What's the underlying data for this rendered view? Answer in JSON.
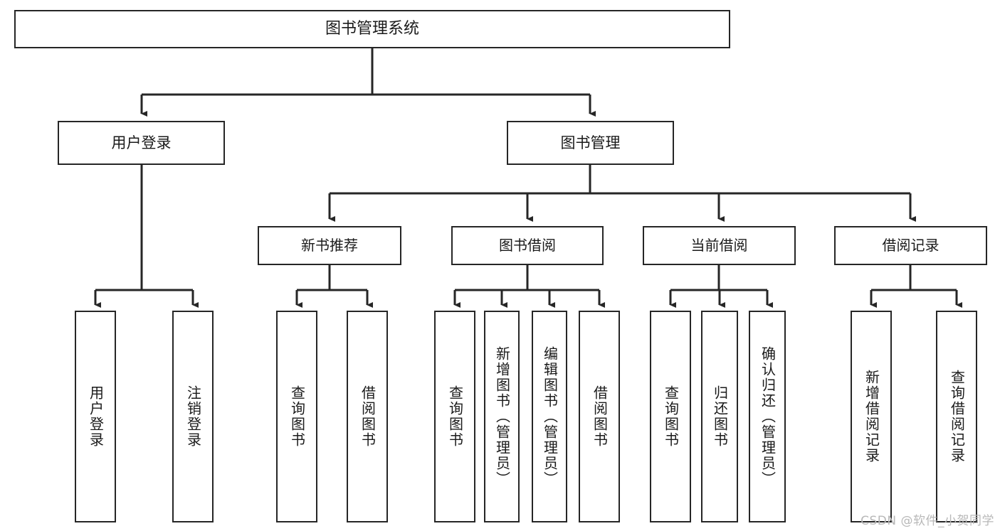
{
  "diagram": {
    "title": "图书管理系统",
    "type": "tree-hierarchy-diagram",
    "watermark": "CSDN @软件_小贺同学",
    "colors": {
      "box_border": "#262626",
      "box_fill": "#ffffff",
      "line": "#262626",
      "text": "#1a1a1a",
      "watermark": "#b8b8b8"
    },
    "nodes": {
      "root": {
        "label": "图书管理系统"
      },
      "level1": [
        {
          "label": "用户登录"
        },
        {
          "label": "图书管理"
        }
      ],
      "level2": [
        {
          "label": "新书推荐"
        },
        {
          "label": "图书借阅"
        },
        {
          "label": "当前借阅"
        },
        {
          "label": "借阅记录"
        }
      ],
      "leaves": [
        {
          "label": "用户登录"
        },
        {
          "label": "注销登录"
        },
        {
          "label": "查询图书"
        },
        {
          "label": "借阅图书"
        },
        {
          "label": "查询图书"
        },
        {
          "label": "新增图书（管理员）"
        },
        {
          "label": "编辑图书（管理员）"
        },
        {
          "label": "借阅图书"
        },
        {
          "label": "查询图书"
        },
        {
          "label": "归还图书"
        },
        {
          "label": "确认归还（管理员）"
        },
        {
          "label": "新增借阅记录"
        },
        {
          "label": "查询借阅记录"
        }
      ]
    }
  }
}
